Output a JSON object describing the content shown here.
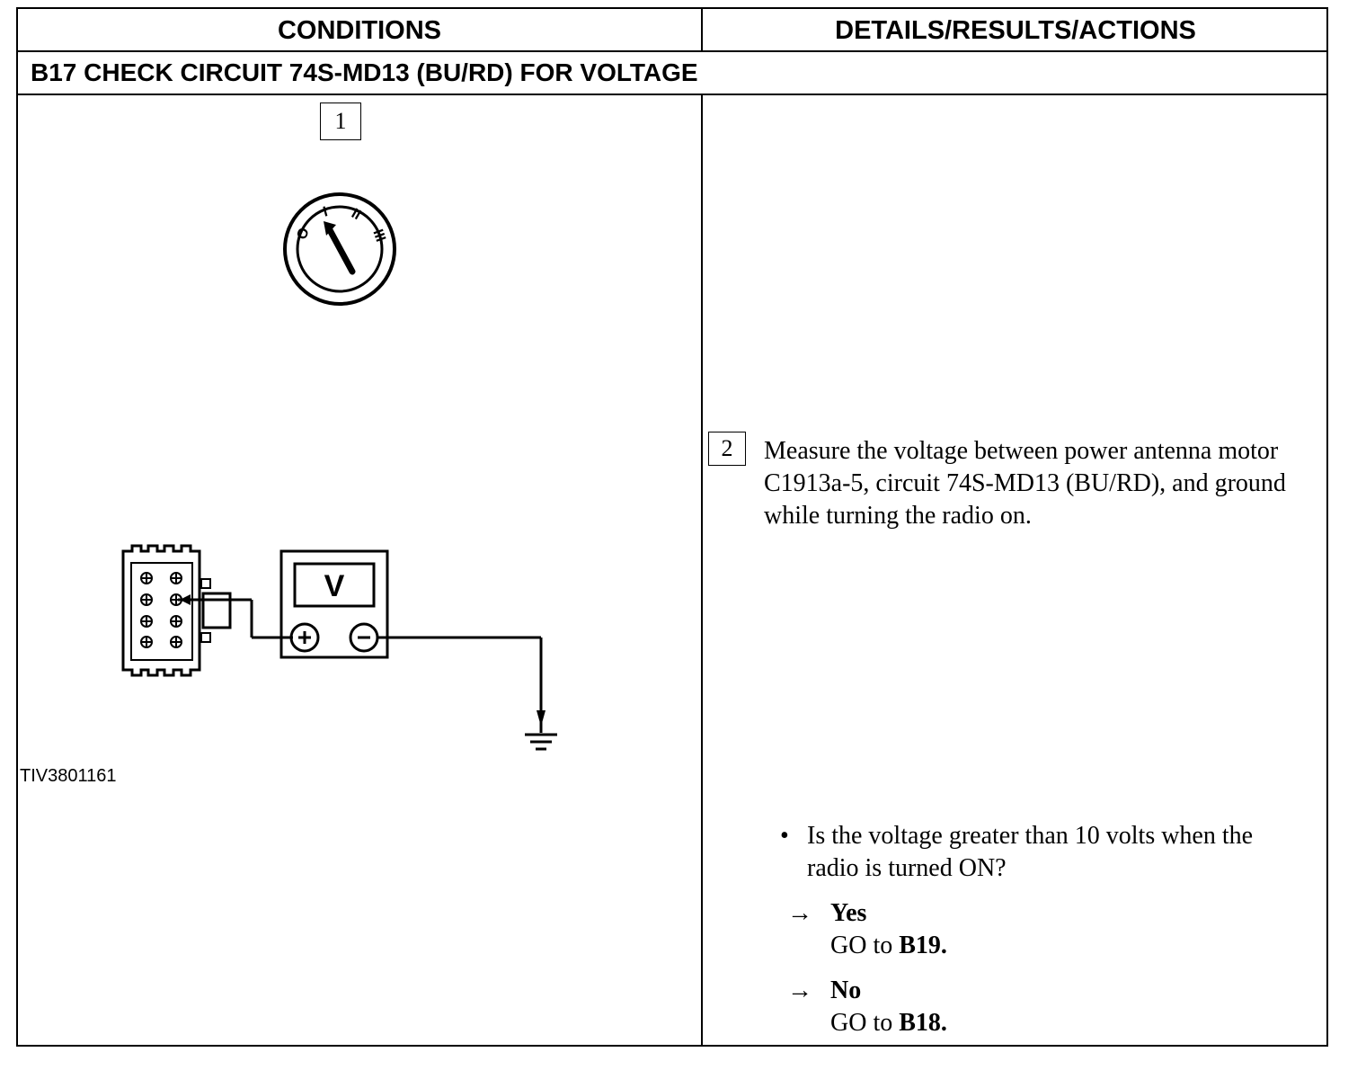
{
  "header": {
    "conditions": "CONDITIONS",
    "details": "DETAILS/RESULTS/ACTIONS"
  },
  "step": {
    "title": "B17 CHECK CIRCUIT 74S-MD13 (BU/RD) FOR VOLTAGE"
  },
  "figure": {
    "step1_label": "1",
    "ignition_positions": [
      "O",
      "I",
      "II",
      "III"
    ],
    "meter_label": "V",
    "figure_id": "TIV3801161"
  },
  "details": {
    "step2_label": "2",
    "instruction": "Measure the voltage between power antenna motor C1913a-5, circuit 74S-MD13 (BU/RD), and ground while turning the radio on.",
    "question": "Is the voltage greater than 10 volts when the radio is turned ON?",
    "bullet": "•",
    "arrow": "→",
    "yes": {
      "label": "Yes",
      "go_prefix": "GO to ",
      "target": "B19."
    },
    "no": {
      "label": "No",
      "go_prefix": "GO to ",
      "target": "B18."
    }
  }
}
